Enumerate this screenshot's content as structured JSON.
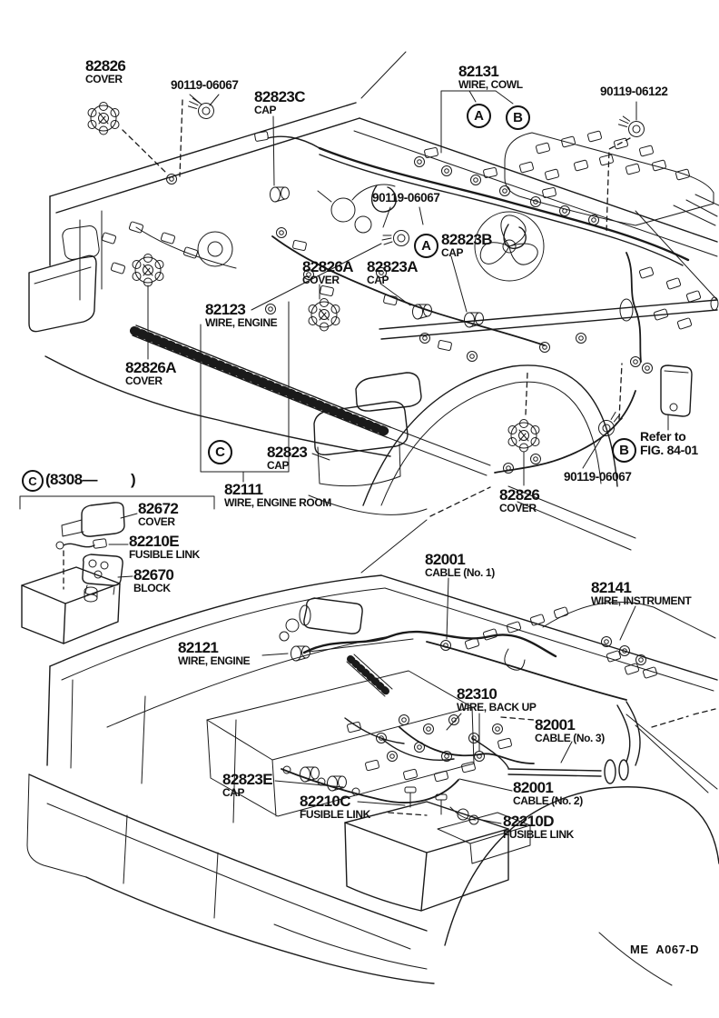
{
  "doc": {
    "footer_code": "ME  A067-D"
  },
  "markers": {
    "a": "A",
    "b": "B",
    "c": "C",
    "inset_range": "(8308—         )"
  },
  "labels": {
    "cover_tl": {
      "num": "82826",
      "desc": "COVER"
    },
    "bolt_tl": {
      "num": "90119-06067"
    },
    "cap_c": {
      "num": "82823C",
      "desc": "CAP"
    },
    "wire_cowl": {
      "num": "82131",
      "desc": "WIRE, COWL"
    },
    "bolt_tr": {
      "num": "90119-06122"
    },
    "bolt_mid": {
      "num": "90119-06067"
    },
    "cap_b": {
      "num": "82823B",
      "desc": "CAP"
    },
    "cover_a_right": {
      "num": "82826A",
      "desc": "COVER"
    },
    "cap_a": {
      "num": "82823A",
      "desc": "CAP"
    },
    "wire_engine_up": {
      "num": "82123",
      "desc": "WIRE, ENGINE"
    },
    "cover_a_left": {
      "num": "82826A",
      "desc": "COVER"
    },
    "cap_plain": {
      "num": "82823",
      "desc": "CAP"
    },
    "wire_engine_room": {
      "num": "82111",
      "desc": "WIRE, ENGINE ROOM"
    },
    "refer": {
      "num": "Refer to",
      "desc": "FIG. 84-01"
    },
    "bolt_br": {
      "num": "90119-06067"
    },
    "cover_bottom": {
      "num": "82826",
      "desc": "COVER"
    },
    "cover_inset": {
      "num": "82672",
      "desc": "COVER"
    },
    "fusible_e": {
      "num": "82210E",
      "desc": "FUSIBLE LINK"
    },
    "block": {
      "num": "82670",
      "desc": "BLOCK"
    },
    "cable1": {
      "num": "82001",
      "desc": "CABLE (No. 1)"
    },
    "wire_instrument": {
      "num": "82141",
      "desc": "WIRE, INSTRUMENT"
    },
    "wire_engine_low": {
      "num": "82121",
      "desc": "WIRE, ENGINE"
    },
    "wire_backup": {
      "num": "82310",
      "desc": "WIRE, BACK UP"
    },
    "cable3": {
      "num": "82001",
      "desc": "CABLE (No. 3)"
    },
    "cap_e": {
      "num": "82823E",
      "desc": "CAP"
    },
    "fusible_c": {
      "num": "82210C",
      "desc": "FUSIBLE LINK"
    },
    "cable2": {
      "num": "82001",
      "desc": "CABLE (No. 2)"
    },
    "fusible_d": {
      "num": "82210D",
      "desc": "FUSIBLE LINK"
    }
  },
  "colors": {
    "ink": "#1a1a1a",
    "paper": "#ffffff"
  }
}
